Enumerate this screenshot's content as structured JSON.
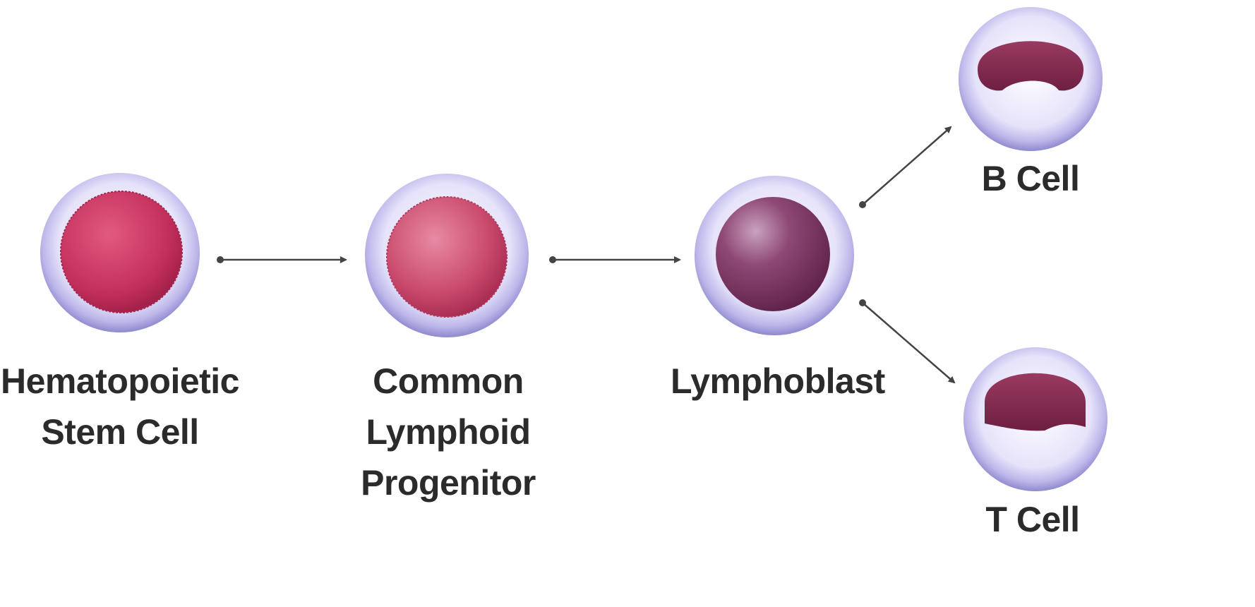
{
  "nodes": [
    {
      "id": "hsc",
      "lines": [
        "Hematopoietic",
        "Stem Cell"
      ]
    },
    {
      "id": "clp",
      "lines": [
        "Common Lymphoid",
        "Progenitor"
      ]
    },
    {
      "id": "lymphoblast",
      "lines": [
        "Lymphoblast"
      ]
    },
    {
      "id": "b-cell",
      "lines": [
        "B Cell"
      ]
    },
    {
      "id": "t-cell",
      "lines": [
        "T Cell"
      ]
    }
  ],
  "edges": [
    {
      "from": "hsc",
      "to": "clp"
    },
    {
      "from": "clp",
      "to": "lymphoblast"
    },
    {
      "from": "lymphoblast",
      "to": "b-cell"
    },
    {
      "from": "lymphoblast",
      "to": "t-cell"
    }
  ],
  "colors": {
    "text": "#2b2b2b",
    "arrow": "#444444",
    "membrane": "#b9b4e6",
    "hsc_nucleus": "#c8305c",
    "clp_nucleus": "#c8486a",
    "lymphoblast_nucleus": "#7a3560",
    "mature_nucleus": "#7e2a4c"
  }
}
